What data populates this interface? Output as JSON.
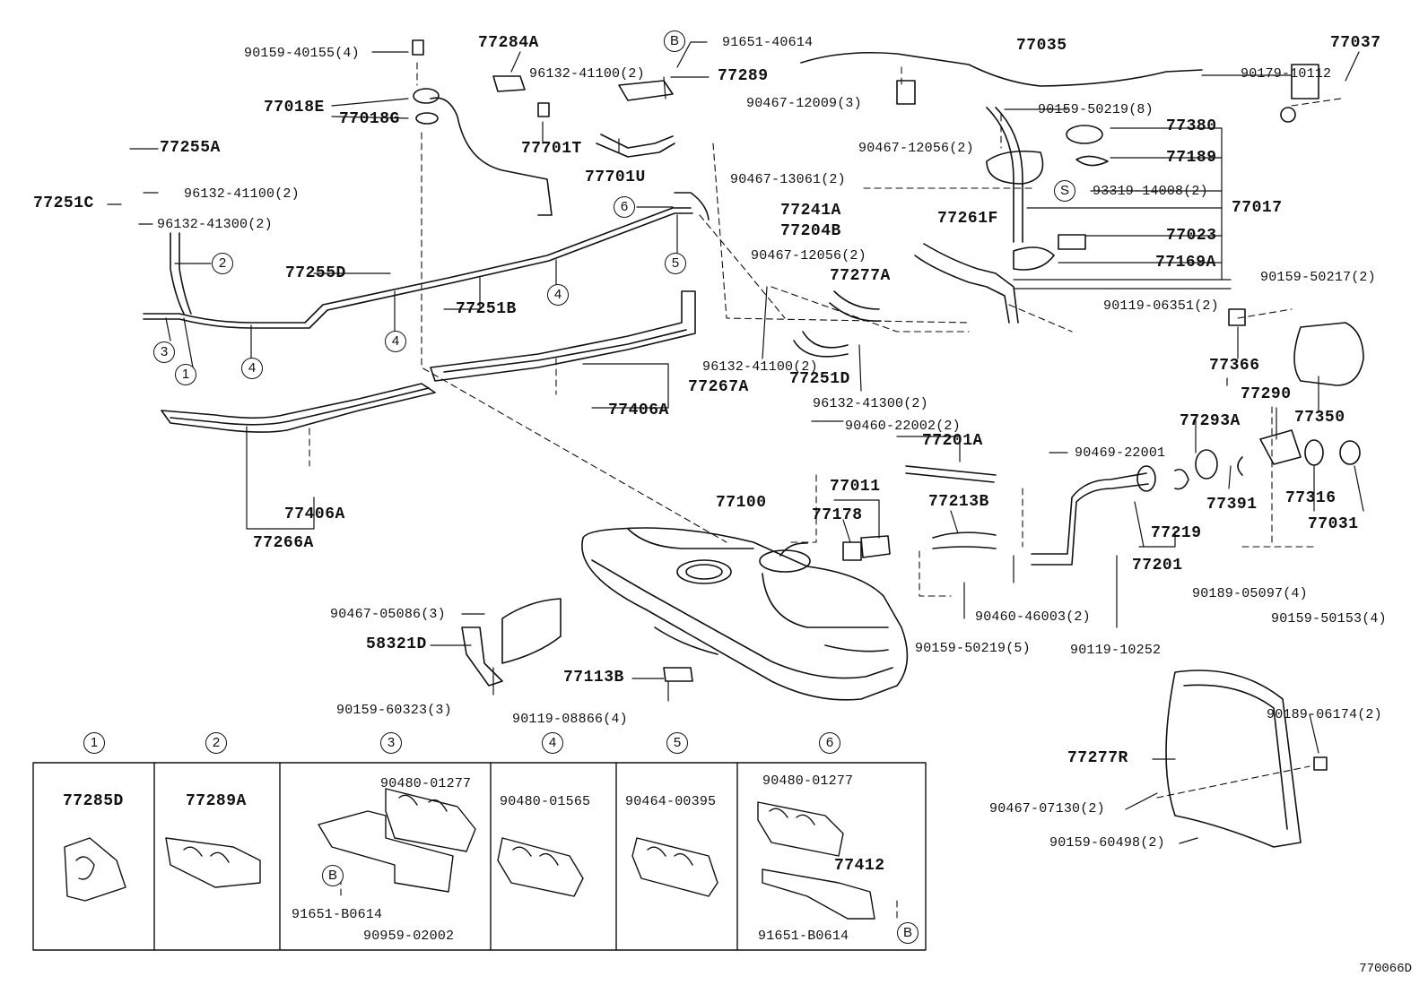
{
  "colors": {
    "ink": "#111111",
    "paper": "#ffffff"
  },
  "diagram_code": "770066D",
  "markers": {
    "one": "1",
    "two": "2",
    "three": "3",
    "four": "4",
    "five": "5",
    "six": "6",
    "b": "B",
    "s": "S"
  },
  "labels": {
    "p90159_40155": "90159-40155(4)",
    "p77284A": "77284A",
    "p91651_40614": "91651-40614",
    "p77035": "77035",
    "p77037": "77037",
    "p96132_41100_top": "96132-41100(2)",
    "p77289": "77289",
    "p90179_10112": "90179-10112",
    "p77018E": "77018E",
    "p77018G": "77018G",
    "p90467_12009": "90467-12009(3)",
    "p90159_50219_8": "90159-50219(8)",
    "p77380": "77380",
    "p77701T": "77701T",
    "p77255A": "77255A",
    "p90467_12056_a": "90467-12056(2)",
    "p77189": "77189",
    "p77701U": "77701U",
    "p96132_41100_left": "96132-41100(2)",
    "p90467_13061": "90467-13061(2)",
    "p93319_14008": "93319-14008(2)",
    "p77251C": "77251C",
    "p77241A": "77241A",
    "p77261F": "77261F",
    "p77017": "77017",
    "p96132_41300_left": "96132-41300(2)",
    "p77204B": "77204B",
    "p77023": "77023",
    "p90467_12056_b": "90467-12056(2)",
    "p77169A": "77169A",
    "p77255D": "77255D",
    "p77277A": "77277A",
    "p90159_50217": "90159-50217(2)",
    "p77251B": "77251B",
    "p90119_06351": "90119-06351(2)",
    "p77366": "77366",
    "p96132_41100_mid": "96132-41100(2)",
    "p77251D": "77251D",
    "p77267A": "77267A",
    "p77290": "77290",
    "p77350": "77350",
    "p96132_41300_mid": "96132-41300(2)",
    "p77406A_top": "77406A",
    "p90460_22002": "90460-22002(2)",
    "p77293A": "77293A",
    "p77201A": "77201A",
    "p90469_22001": "90469-22001",
    "p77011": "77011",
    "p77316": "77316",
    "p77391": "77391",
    "p77100": "77100",
    "p77178": "77178",
    "p77213B": "77213B",
    "p77406A_bottom": "77406A",
    "p77031": "77031",
    "p77219": "77219",
    "p77266A": "77266A",
    "p77201": "77201",
    "p90189_05097": "90189-05097(4)",
    "p90159_50153": "90159-50153(4)",
    "p90467_05086": "90467-05086(3)",
    "p58321D": "58321D",
    "p90460_46003": "90460-46003(2)",
    "p90159_50219_5": "90159-50219(5)",
    "p90119_10252": "90119-10252",
    "p77113B": "77113B",
    "p90159_60323": "90159-60323(3)",
    "p90119_08866": "90119-08866(4)",
    "p90189_06174": "90189-06174(2)",
    "p77277R": "77277R",
    "p90467_07130": "90467-07130(2)",
    "p90159_60498": "90159-60498(2)"
  },
  "detail_boxes": [
    {
      "marker": "1",
      "parts": [
        "77285D"
      ]
    },
    {
      "marker": "2",
      "parts": [
        "77289A"
      ]
    },
    {
      "marker": "3",
      "parts": [
        "90480-01277",
        "91651-B0614",
        "90959-02002"
      ]
    },
    {
      "marker": "4",
      "parts": [
        "90480-01565"
      ]
    },
    {
      "marker": "5",
      "parts": [
        "90464-00395"
      ]
    },
    {
      "marker": "6",
      "parts": [
        "90480-01277",
        "77412",
        "91651-B0614"
      ]
    }
  ]
}
